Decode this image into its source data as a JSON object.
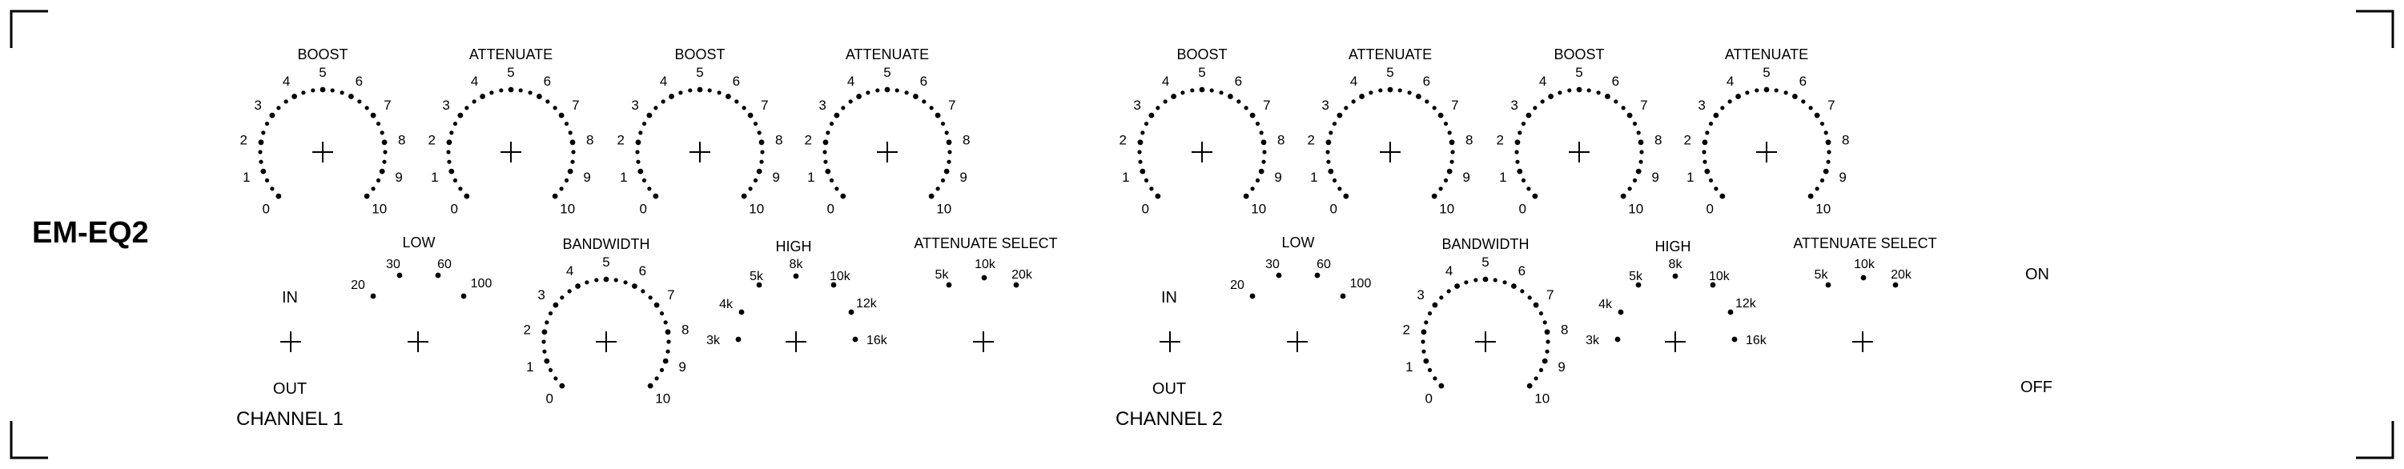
{
  "model": "EM-EQ2",
  "scale_0_10": [
    "0",
    "1",
    "2",
    "3",
    "4",
    "5",
    "6",
    "7",
    "8",
    "9",
    "10"
  ],
  "controls": {
    "boost": "BOOST",
    "attenuate": "ATTENUATE",
    "low": "LOW",
    "bandwidth": "BANDWIDTH",
    "high": "HIGH",
    "attenuate_select": "ATTENUATE SELECT"
  },
  "low_freqs": [
    "20",
    "30",
    "60",
    "100"
  ],
  "high_freqs": [
    "3k",
    "4k",
    "5k",
    "8k",
    "10k",
    "12k",
    "16k"
  ],
  "atten_select_freqs": [
    "5k",
    "10k",
    "20k"
  ],
  "switch": {
    "in": "IN",
    "out": "OUT"
  },
  "power": {
    "on": "ON",
    "off": "OFF"
  },
  "channels": [
    {
      "label": "CHANNEL  1"
    },
    {
      "label": "CHANNEL  2"
    }
  ]
}
